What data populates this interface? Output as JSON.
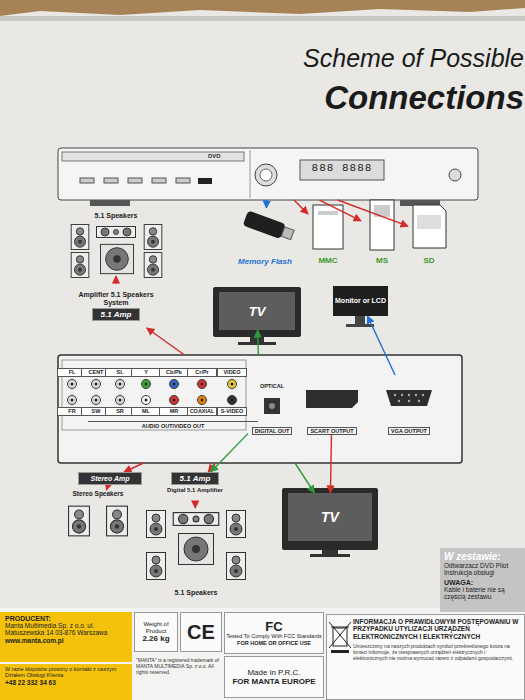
{
  "diagram": {
    "title": "Scheme of Possible Connections",
    "nodes": [
      {
        "text": [
          "DVD",
          "888 8888"
        ]
      },
      {
        "text": [
          "Memory Flash"
        ]
      },
      {
        "text": [
          "MMC"
        ]
      },
      {
        "text": [
          "MS"
        ]
      },
      {
        "text": [
          "SD"
        ]
      },
      {
        "text": [
          "5.1 Speakers"
        ]
      },
      {
        "text": [
          "Amplifier 5.1 Speakers System",
          "5.1 Amp"
        ]
      },
      {
        "text": [
          "TV"
        ]
      },
      {
        "text": [
          "Monitor or LCD"
        ]
      },
      {
        "text": [
          "AUDIO OUT/VIDEO OUT"
        ]
      },
      {
        "text": [
          "OPTICAL",
          "DIGITAL OUT"
        ],
        "in": 9
      },
      {
        "text": [
          "SCART OUTPUT"
        ],
        "in": 9
      },
      {
        "text": [
          "VGA OUTPUT"
        ],
        "in": 9
      },
      {
        "text": [
          "Stereo Amp"
        ]
      },
      {
        "text": [
          "Stereo Speakers"
        ]
      },
      {
        "text": [
          "5.1 Amp",
          "Digital 5.1 Amplifier"
        ]
      },
      {
        "text": [
          "5.1 Speakers"
        ]
      },
      {
        "text": [
          "TV"
        ]
      },
      {
        "text": [
          "W zestawie:",
          "Odtwarzacz DVD Pilot Instrukcja obsługi",
          "UWAGA:",
          "Kable i baterie nie są częścią zestawu"
        ]
      },
      {
        "text": [
          "PRODUCENT:",
          "Manta Multimedia Sp. z o.o. ul. Matuszewska 14 03-876 Warszawa",
          "www.manta.com.pl"
        ]
      },
      {
        "text": [
          "Weight of Product",
          "2.26 kg"
        ]
      },
      {
        "text": [
          "CE"
        ]
      },
      {
        "text": [
          "FC",
          "Tested To Comply With FCC Standards",
          "FOR HOME OR OFFICE USE"
        ]
      },
      {
        "text": [
          "INFORMACJA O PRAWIDŁOWYM POSTĘPOWANIU W PRZYPADKU UTYLIZACJI URZĄDZEŃ ELEKTRONICZNYCH I ELEKTRYCZNYCH",
          "Umieszczony na naszych produktach symbol przekreślonego kosza na śmieci informuje, że niesprawnych urządzeń elektrycznych i elektronicznych nie można wyrzucać razem z odpadami gospodarczymi."
        ]
      },
      {
        "text": [
          "W razie kłopotów prosimy o kontakt z naszym Działem Obsługi Klienta",
          "+48 22 332 34 63"
        ]
      },
      {
        "text": [
          "\"MANTA\" is a registered trademark of MANTA MULTIMEDIA Sp. z o.o. All rights reserved."
        ]
      },
      {
        "text": [
          "Made in P.R.C.",
          "FOR MANTA EUROPE"
        ]
      }
    ],
    "edges": [
      {
        "from": 0,
        "to": 1,
        "arrow": "to"
      },
      {
        "from": 0,
        "to": 2,
        "arrow": "to"
      },
      {
        "from": 0,
        "to": 3,
        "arrow": "to"
      },
      {
        "from": 0,
        "to": 4,
        "arrow": "to"
      },
      {
        "from": 6,
        "to": 5,
        "arrow": "to"
      },
      {
        "from": 9,
        "to": 6,
        "arrow": "to"
      },
      {
        "from": 9,
        "to": 7,
        "arrow": "to"
      },
      {
        "from": 12,
        "to": 8,
        "arrow": "to"
      },
      {
        "from": 9,
        "to": 13,
        "arrow": "to"
      },
      {
        "from": 13,
        "to": 14,
        "arrow": "to"
      },
      {
        "from": 9,
        "to": 15,
        "arrow": "to"
      },
      {
        "from": 10,
        "to": 15,
        "arrow": "to"
      },
      {
        "from": 15,
        "to": 16,
        "arrow": "to"
      },
      {
        "from": 11,
        "to": 17,
        "arrow": "to"
      },
      {
        "from": 9,
        "to": 17,
        "arrow": "to"
      }
    ],
    "labels": [
      "FL",
      "CENT",
      "SL",
      "Y",
      "Cb/Pb",
      "Cr/Pr",
      "VIDEO",
      "FR",
      "SW",
      "SR",
      "ML",
      "MR",
      "COAXIAL",
      "S-VIDEO"
    ]
  }
}
